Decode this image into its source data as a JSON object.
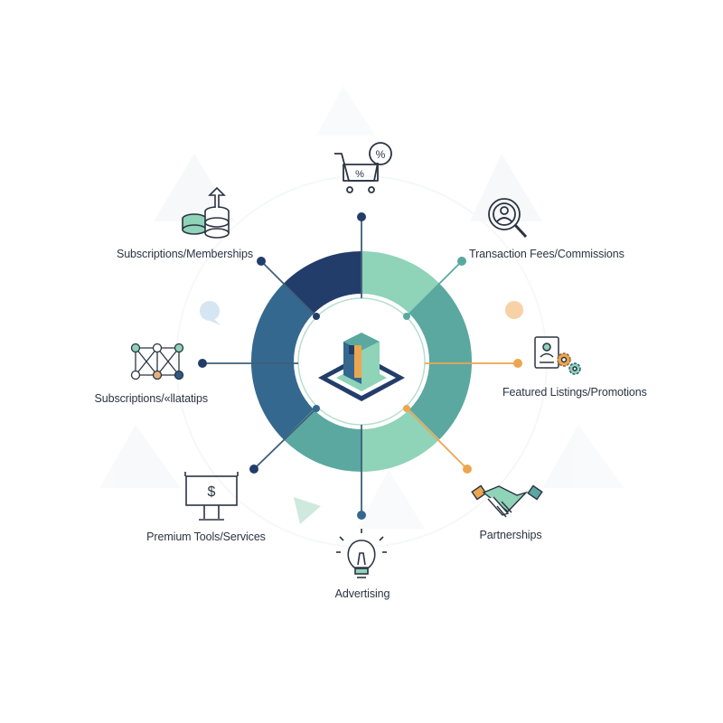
{
  "hub": {
    "icon": "platform-cube-icon"
  },
  "nodes": [
    {
      "id": "subscriptions-memberships",
      "label": "Subscriptions/Memberships",
      "icon": "coin-stack-up-arrow-icon"
    },
    {
      "id": "transaction-fees",
      "label": "Transaction Fees/Commissions",
      "icon": "user-magnifier-icon"
    },
    {
      "id": "marketplace-discounts",
      "label": "",
      "icon": "shopping-cart-percent-icon"
    },
    {
      "id": "subscriptions-affiliates",
      "label": "Subscriptions/«llatatips",
      "icon": "network-graph-icon"
    },
    {
      "id": "featured-listings",
      "label": "Featured Listings/Promotions",
      "icon": "profile-gears-icon"
    },
    {
      "id": "premium-tools",
      "label": "Premium Tools/Services",
      "icon": "dollar-billboard-icon"
    },
    {
      "id": "partnerships",
      "label": "Partnerships",
      "icon": "handshake-icon"
    },
    {
      "id": "advertising",
      "label": "Advertising",
      "icon": "lightbulb-icon"
    }
  ],
  "colors": {
    "navy": "#233d6a",
    "teal": "#5aa8a0",
    "mint": "#8fd3b8",
    "blue": "#34688f",
    "orange": "#eda64e",
    "line": "#3f5f7a"
  }
}
